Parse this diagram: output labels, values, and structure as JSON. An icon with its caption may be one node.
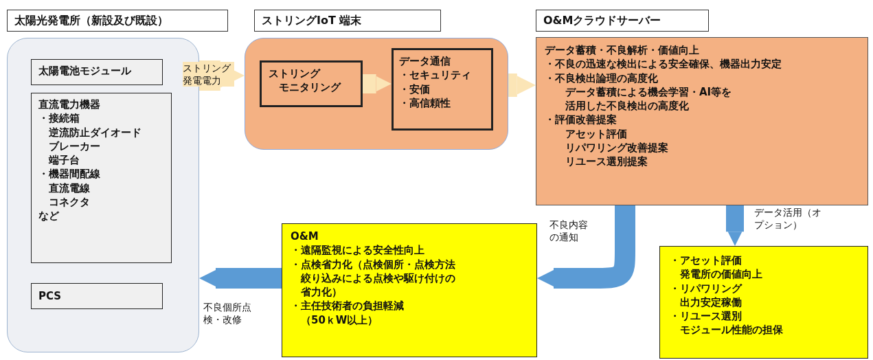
{
  "diagram": {
    "nodes": [
      {
        "text": [
          "太陽光発電所（新設及び既設）"
        ]
      },
      {
        "text": [
          "太陽電池モジュール"
        ],
        "in": 0
      },
      {
        "text": [
          "直流電力機器",
          "・接続箱",
          "逆流防止ダイオード",
          "ブレーカー",
          "端子台",
          "・機器間配線",
          "直流電線",
          "コネクタ",
          "など"
        ],
        "in": 0
      },
      {
        "text": [
          "PCS"
        ],
        "in": 0
      },
      {
        "text": [
          "ストリングIoT 端末"
        ]
      },
      {
        "text": [
          "ストリング",
          "モニタリング"
        ],
        "in": 4
      },
      {
        "text": [
          "データ通信",
          "・セキュリティ",
          "・安価",
          "・高信頼性"
        ],
        "in": 4
      },
      {
        "text": [
          "O&Mクラウドサーバー",
          "データ蓄積・不良解析・価値向上",
          "・不良の迅速な検出による安全確保、機器出力安定",
          "・不良検出論理の高度化",
          "データ蓄積による機会学習・AI等を活用した不良検出の高度化",
          "・評価改善提案",
          "アセット評価",
          "リパワリング改善提案",
          "リユース選別提案"
        ]
      },
      {
        "text": [
          "O&M",
          "・遠隔監視による安全性向上",
          "・点検省力化（点検個所・点検方法絞り込みによる点検や駆け付けの省力化）",
          "・主任技術者の負担軽減（50ｋW以上）"
        ]
      },
      {
        "text": [
          "・アセット評価",
          "発電所の価値向上",
          "・リパワリング",
          "出力安定稼働",
          "・リユース選別",
          "モジュール性能の担保"
        ]
      }
    ],
    "edges": [
      {
        "from": 0,
        "to": 4,
        "arrow": "to",
        "label": "ストリング発電電力",
        "color": "#fbe5b6"
      },
      {
        "from": 5,
        "to": 6,
        "arrow": "to",
        "color": "#fbe5b6"
      },
      {
        "from": 4,
        "to": 7,
        "arrow": "to",
        "color": "#fbe5b6"
      },
      {
        "from": 7,
        "to": 8,
        "arrow": "to",
        "label": "不良内容の通知",
        "color": "#5b9bd5"
      },
      {
        "from": 7,
        "to": 9,
        "arrow": "to",
        "label": "データ活用（オプション）",
        "color": "#5b9bd5"
      },
      {
        "from": 8,
        "to": 0,
        "arrow": "to",
        "label": "不良個所点検・改修",
        "color": "#5b9bd5"
      }
    ]
  }
}
